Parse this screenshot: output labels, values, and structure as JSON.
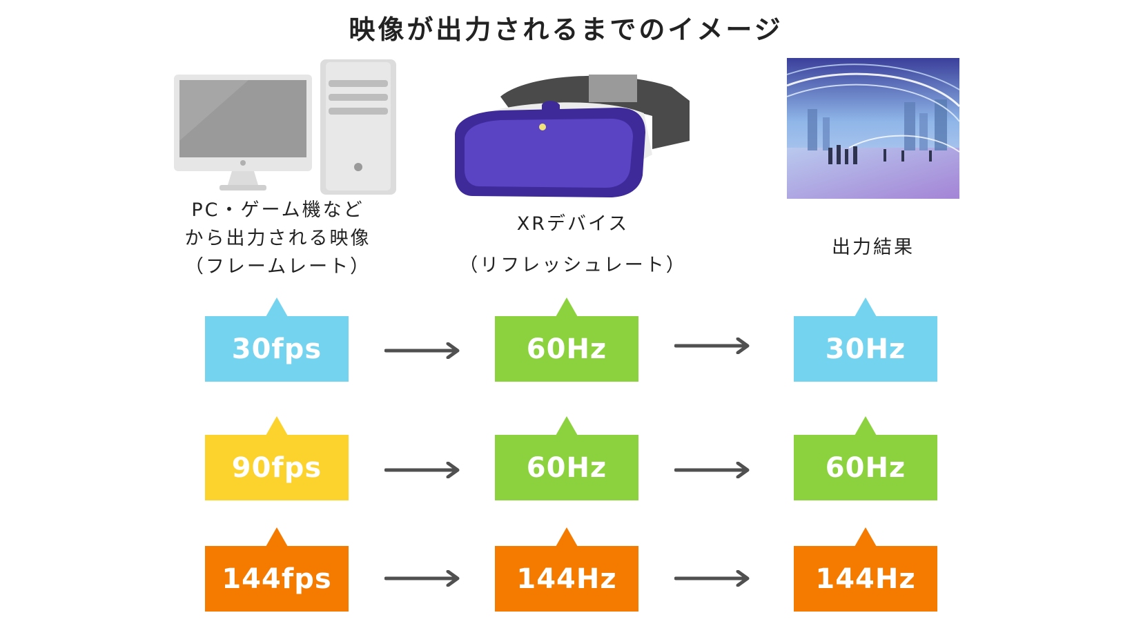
{
  "title": "映像が出力されるまでのイメージ",
  "columns": {
    "source": [
      "PC・ゲーム機など",
      "から出力される映像",
      "（フレームレート）"
    ],
    "device": [
      "XRデバイス",
      "（リフレッシュレート）"
    ],
    "result": [
      "出力結果"
    ]
  },
  "colors": {
    "blue": "#74d3ee",
    "yellow": "#fcd22d",
    "green": "#8bd23e",
    "orange": "#f47b00",
    "arrow": "#505050"
  },
  "rows": [
    {
      "source": "30fps",
      "device": "60Hz",
      "result": "30Hz",
      "source_color": "blue",
      "device_color": "green",
      "result_color": "blue"
    },
    {
      "source": "90fps",
      "device": "60Hz",
      "result": "60Hz",
      "source_color": "yellow",
      "device_color": "green",
      "result_color": "green"
    },
    {
      "source": "144fps",
      "device": "144Hz",
      "result": "144Hz",
      "source_color": "orange",
      "device_color": "orange",
      "result_color": "orange"
    }
  ]
}
